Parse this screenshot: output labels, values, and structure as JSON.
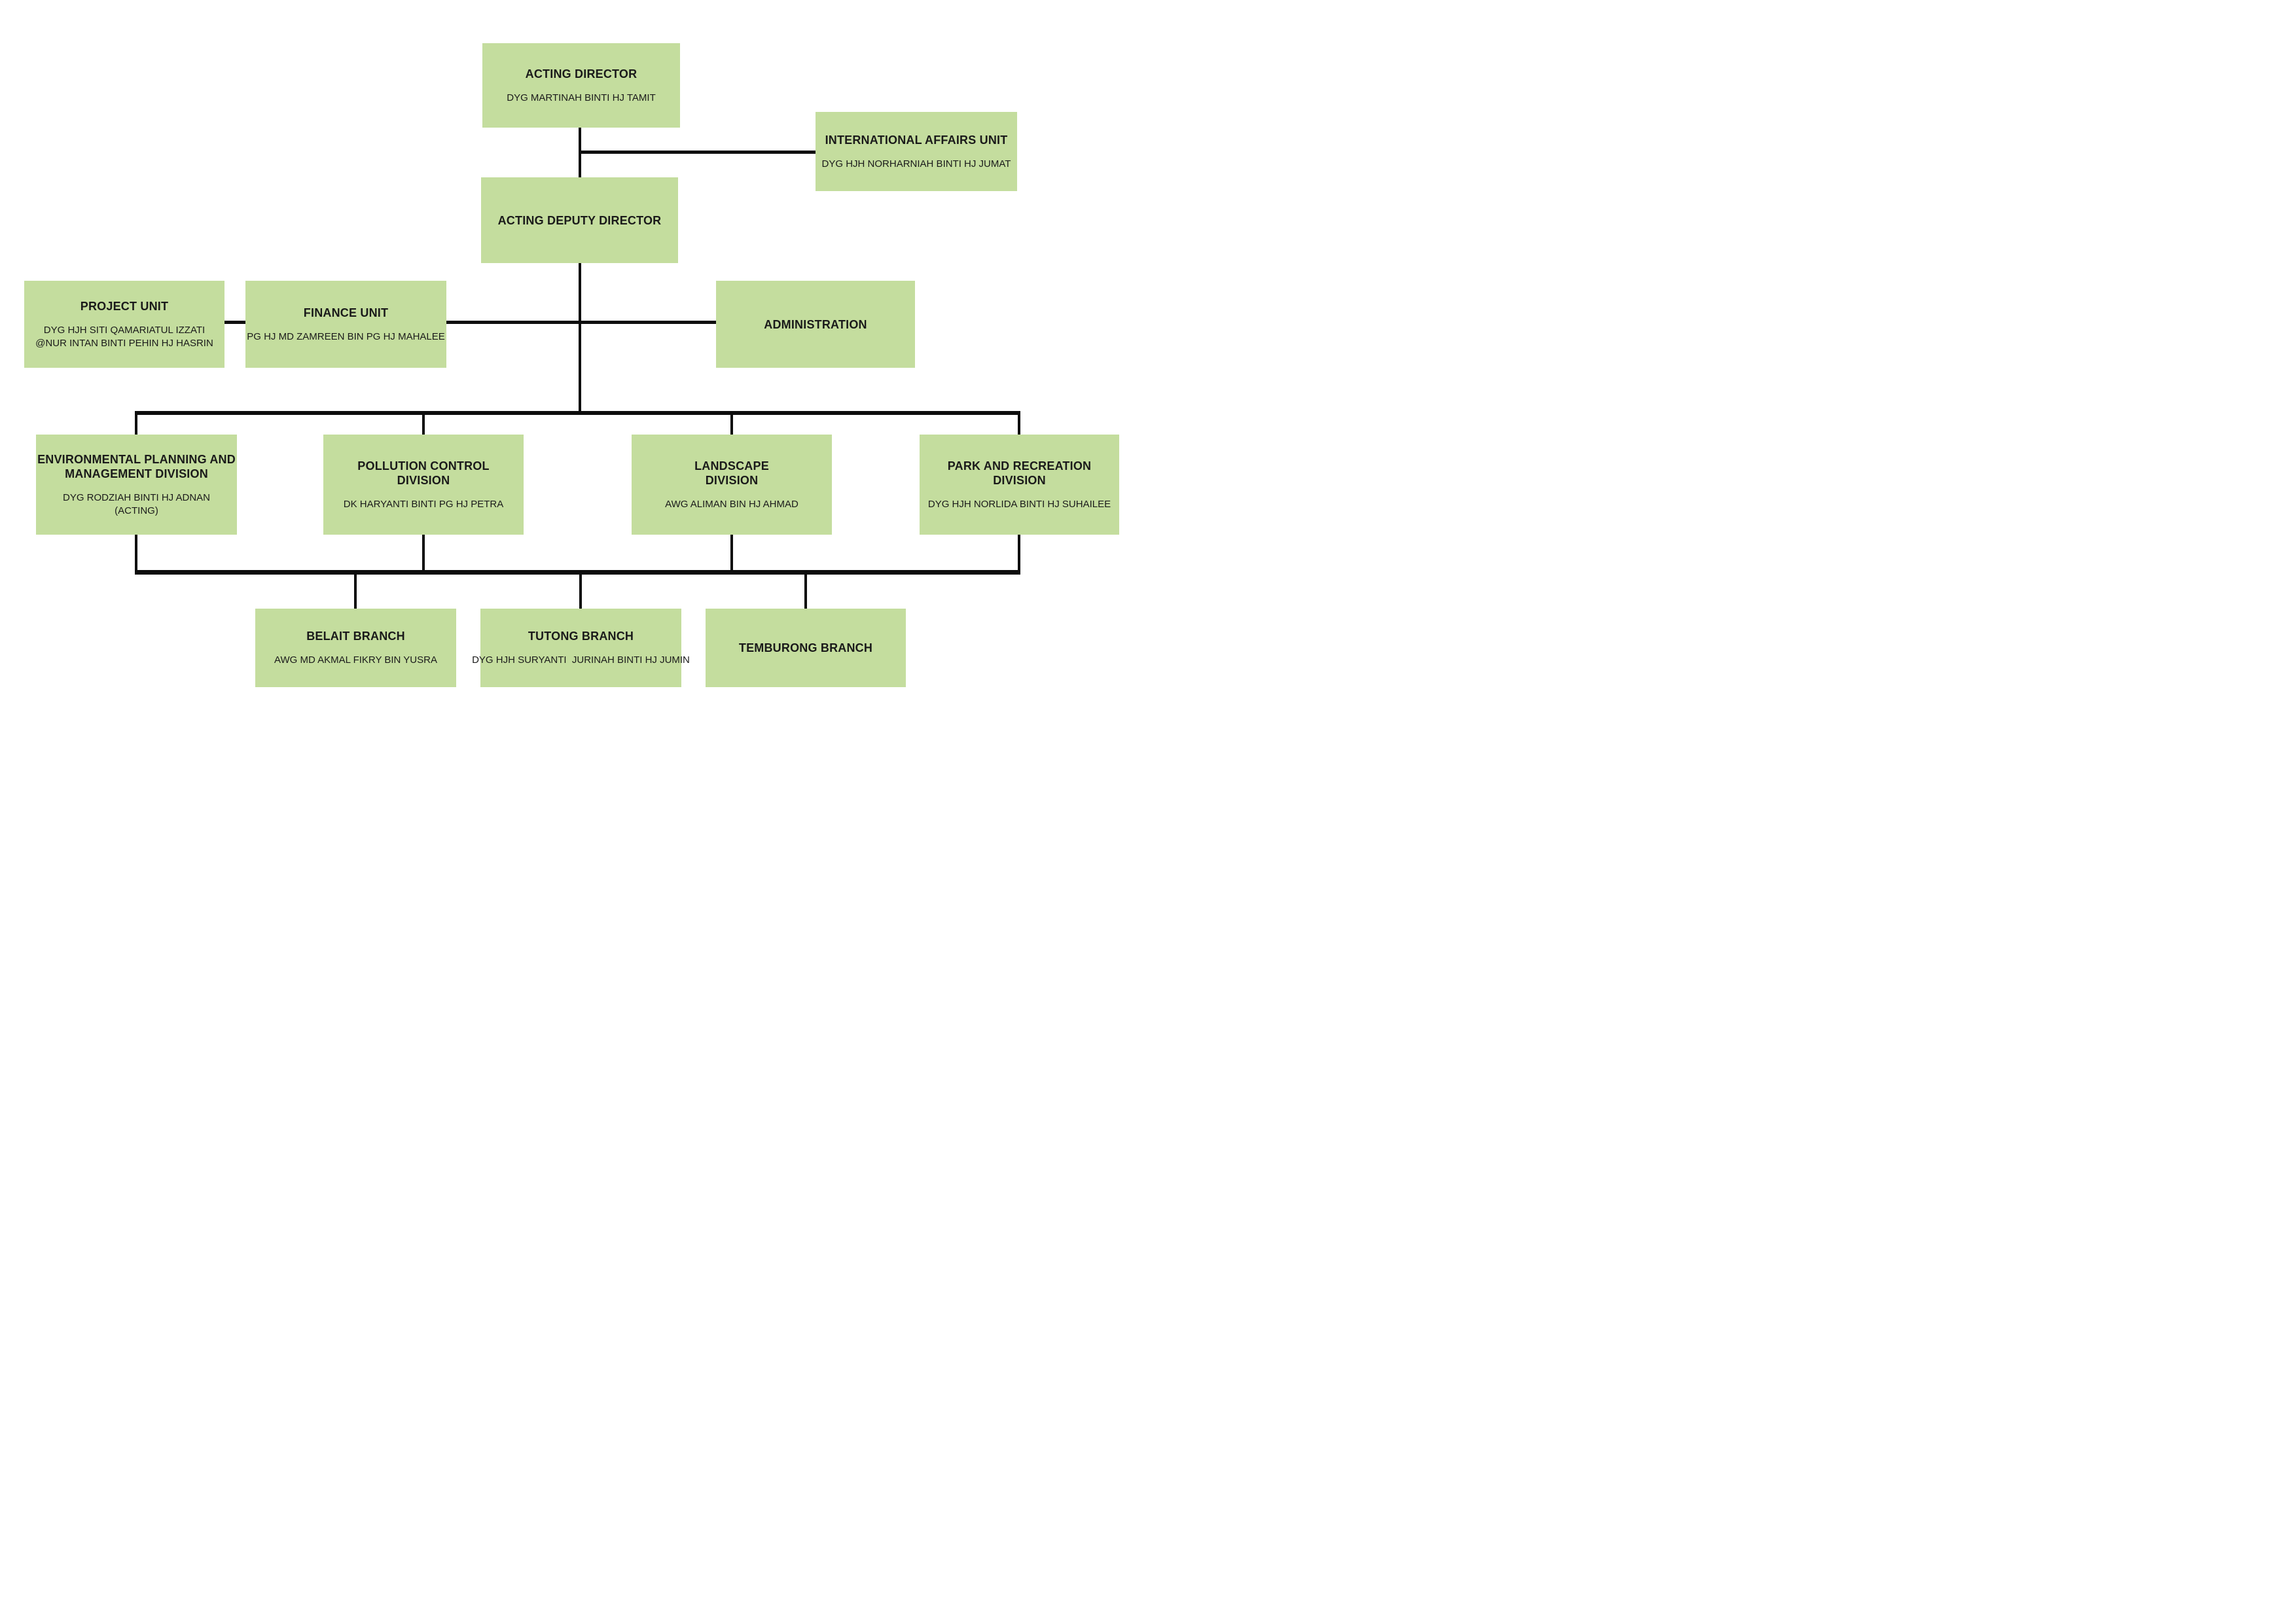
{
  "diagram_type": "org-chart",
  "colors": {
    "background": "#ffffff",
    "box_fill": "#c4dd9e",
    "connector": "#0d0d0d",
    "text": "#1a1a1a"
  },
  "nodes": [
    {
      "id": "acting-director",
      "title_lines": [
        "ACTING DIRECTOR"
      ],
      "name_lines": [
        "DYG MARTINAH BINTI HJ TAMIT"
      ]
    },
    {
      "id": "international-affairs-unit",
      "title_lines": [
        "INTERNATIONAL AFFAIRS UNIT"
      ],
      "name_lines": [
        "DYG HJH NORHARNIAH BINTI HJ JUMAT"
      ]
    },
    {
      "id": "acting-deputy-director",
      "title_lines": [
        "ACTING DEPUTY DIRECTOR"
      ],
      "name_lines": []
    },
    {
      "id": "project-unit",
      "title_lines": [
        "PROJECT UNIT"
      ],
      "name_lines": [
        "DYG HJH SITI QAMARIATUL IZZATI",
        "@NUR INTAN BINTI PEHIN HJ HASRIN"
      ]
    },
    {
      "id": "finance-unit",
      "title_lines": [
        "FINANCE UNIT"
      ],
      "name_lines": [
        "PG HJ MD ZAMREEN BIN PG HJ MAHALEE"
      ]
    },
    {
      "id": "administration",
      "title_lines": [
        "ADMINISTRATION"
      ],
      "name_lines": []
    },
    {
      "id": "environmental-planning-and-management-division",
      "title_lines": [
        "ENVIRONMENTAL PLANNING AND",
        "MANAGEMENT DIVISION"
      ],
      "name_lines": [
        "DYG RODZIAH BINTI HJ ADNAN",
        "(ACTING)"
      ]
    },
    {
      "id": "pollution-control-division",
      "title_lines": [
        "POLLUTION CONTROL",
        "DIVISION"
      ],
      "name_lines": [
        "DK HARYANTI BINTI PG HJ PETRA"
      ]
    },
    {
      "id": "landscape-division",
      "title_lines": [
        "LANDSCAPE",
        "DIVISION"
      ],
      "name_lines": [
        "AWG ALIMAN BIN HJ AHMAD"
      ]
    },
    {
      "id": "park-and-recreation-division",
      "title_lines": [
        "PARK AND RECREATION",
        "DIVISION"
      ],
      "name_lines": [
        "DYG HJH NORLIDA BINTI HJ SUHAILEE"
      ]
    },
    {
      "id": "belait-branch",
      "title_lines": [
        "BELAIT BRANCH"
      ],
      "name_lines": [
        "AWG MD AKMAL FIKRY BIN YUSRA"
      ]
    },
    {
      "id": "tutong-branch",
      "title_lines": [
        "TUTONG BRANCH"
      ],
      "name_lines": [
        "DYG HJH SURYANTI  JURINAH BINTI HJ JUMIN"
      ]
    },
    {
      "id": "temburong-branch",
      "title_lines": [
        "TEMBURONG BRANCH"
      ],
      "name_lines": []
    }
  ],
  "edges": [
    {
      "from": "acting-director",
      "to": "international-affairs-unit"
    },
    {
      "from": "acting-director",
      "to": "acting-deputy-director"
    },
    {
      "from": "acting-deputy-director",
      "to": "project-unit"
    },
    {
      "from": "acting-deputy-director",
      "to": "finance-unit"
    },
    {
      "from": "acting-deputy-director",
      "to": "administration"
    },
    {
      "from": "acting-deputy-director",
      "to": "environmental-planning-and-management-division"
    },
    {
      "from": "acting-deputy-director",
      "to": "pollution-control-division"
    },
    {
      "from": "acting-deputy-director",
      "to": "landscape-division"
    },
    {
      "from": "acting-deputy-director",
      "to": "park-and-recreation-division"
    },
    {
      "from": "divisions-rail",
      "to": "belait-branch"
    },
    {
      "from": "divisions-rail",
      "to": "tutong-branch"
    },
    {
      "from": "divisions-rail",
      "to": "temburong-branch"
    }
  ]
}
